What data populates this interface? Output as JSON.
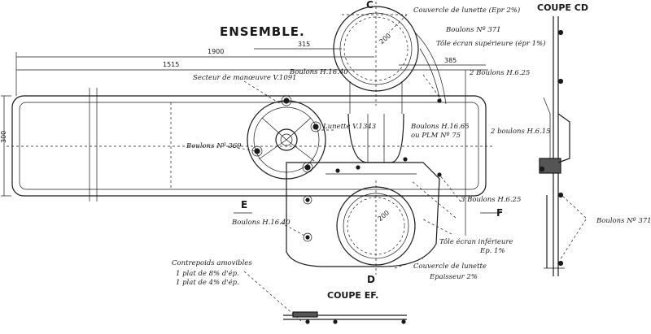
{
  "title": "ENSEMBLE.",
  "section_cd": "COUPE CD",
  "section_ef": "COUPE EF.",
  "markers": {
    "c": "C",
    "d": "D",
    "e": "E",
    "f": "F"
  },
  "dimensions": {
    "d1900": "1900",
    "d1515": "1515",
    "d315": "315",
    "d385": "385",
    "d300": "300",
    "d200_top": "200",
    "d200_bottom": "200"
  },
  "labels": {
    "couvercle_top": "Couvercle de lunette (Epr 2%)",
    "boulons_371_top": "Boulons Nº 371",
    "tole_sup": "Tôle écran supérieure (épr 1%)",
    "boulons_h625_top": "2 Boulons H.6.25",
    "boulons_h1640_top": "Boulons H.16.40",
    "secteur": "Secteur de manœuvre V.1091",
    "lunette": "Lunette V.1343",
    "boulons_h1665": "Boulons H.16.65",
    "ou_plm": "ou PLM Nº 75",
    "boulons_h615": "2 boulons H.6.15",
    "boulons_369": "Boulons Nº 369",
    "boulons_h625_bottom": "3 Boulons H.6.25",
    "boulons_h1640_bottom": "Boulons H.16.40",
    "tole_inf": "Tôle écran inférieure",
    "tole_inf_ep": "Ep. 1%",
    "couvercle_bottom": "Couvercle de lunette",
    "epaisseur": "Epaisseur 2%",
    "contrepoids": "Contrepoids amovibles",
    "plat8": "1 plat de 8% d'ép.",
    "plat4": "1 plat de 4% d'ép.",
    "boulons_371_right": "Boulons Nº 371"
  }
}
